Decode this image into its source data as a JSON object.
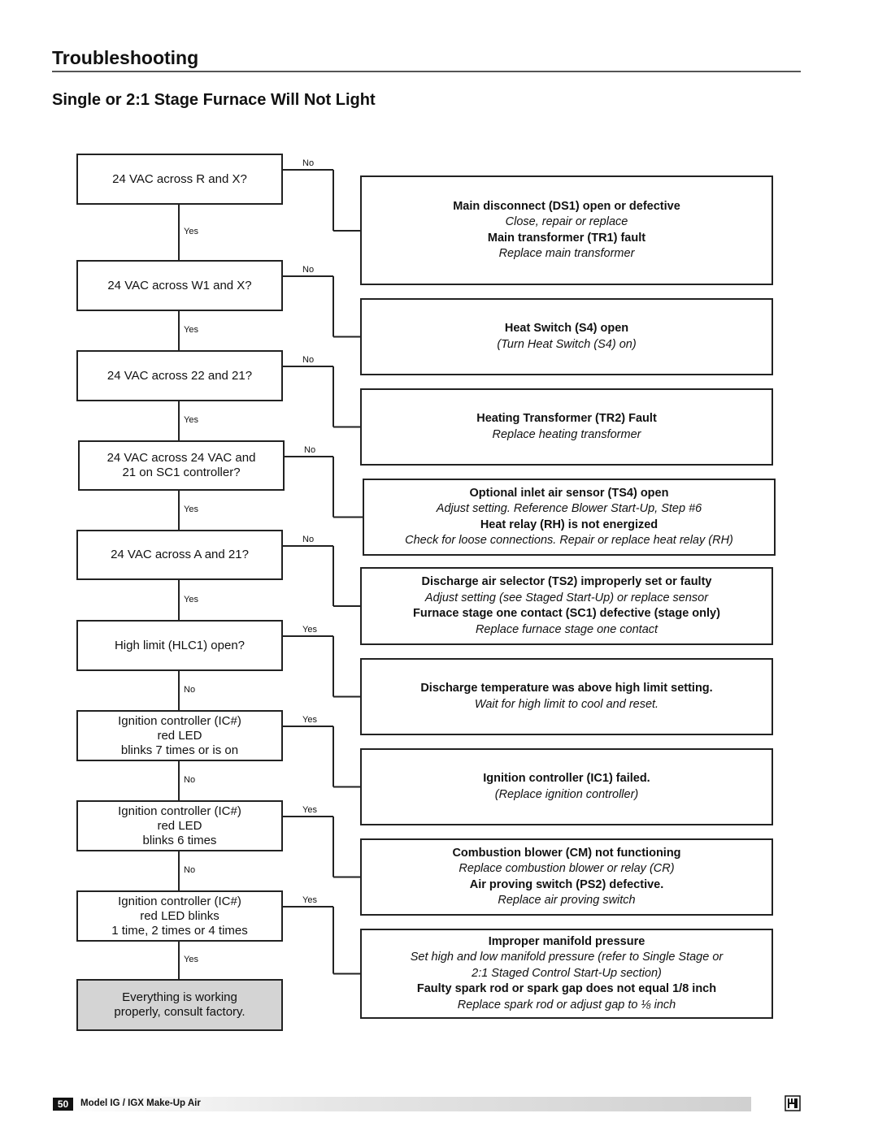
{
  "header": {
    "title": "Troubleshooting",
    "subtitle": "Single or 2:1 Stage Furnace Will Not Light"
  },
  "flowchart": {
    "questions": [
      {
        "text": "24 VAC across R and X?",
        "branch_label": "No",
        "next_label": "Yes"
      },
      {
        "text": "24 VAC across W1 and X?",
        "branch_label": "No",
        "next_label": "Yes"
      },
      {
        "text": "24 VAC across 22 and 21?",
        "branch_label": "No",
        "next_label": "Yes"
      },
      {
        "text": "24 VAC across 24 VAC and\n21 on SC1 controller?",
        "branch_label": "No",
        "next_label": "Yes"
      },
      {
        "text": "24 VAC across A and 21?",
        "branch_label": "No",
        "next_label": "Yes"
      },
      {
        "text": "High limit (HLC1) open?",
        "branch_label": "Yes",
        "next_label": "No"
      },
      {
        "text": "Ignition controller (IC#)\nred LED\nblinks 7 times or is on",
        "branch_label": "Yes",
        "next_label": "No"
      },
      {
        "text": "Ignition controller (IC#)\nred LED\nblinks 6 times",
        "branch_label": "Yes",
        "next_label": "No"
      },
      {
        "text": "Ignition controller (IC#)\nred LED blinks\n1 time, 2 times or 4 times",
        "branch_label": "Yes",
        "next_label": "Yes"
      }
    ],
    "final": "Everything is working\nproperly, consult factory.",
    "answers": [
      {
        "lines": [
          {
            "kind": "cause",
            "text": "Main disconnect (DS1) open or defective"
          },
          {
            "kind": "action",
            "text": "Close, repair or replace"
          },
          {
            "kind": "cause",
            "text": "Main transformer (TR1) fault"
          },
          {
            "kind": "action",
            "text": "Replace main transformer"
          }
        ]
      },
      {
        "lines": [
          {
            "kind": "cause",
            "text": "Heat Switch (S4) open"
          },
          {
            "kind": "action",
            "text": "(Turn Heat Switch (S4) on)"
          }
        ]
      },
      {
        "lines": [
          {
            "kind": "cause",
            "text": "Heating Transformer (TR2) Fault"
          },
          {
            "kind": "action",
            "text": "Replace heating transformer"
          }
        ]
      },
      {
        "lines": [
          {
            "kind": "cause",
            "text": "Optional inlet air sensor (TS4) open"
          },
          {
            "kind": "action",
            "text": "Adjust setting. Reference Blower Start-Up, Step #6"
          },
          {
            "kind": "cause",
            "text": "Heat relay (RH) is not energized"
          },
          {
            "kind": "action",
            "text": "Check for loose connections. Repair or replace heat relay (RH)"
          }
        ]
      },
      {
        "lines": [
          {
            "kind": "cause",
            "text": "Discharge air selector (TS2) improperly set or faulty"
          },
          {
            "kind": "action",
            "text": "Adjust setting (see Staged Start-Up) or replace sensor"
          },
          {
            "kind": "cause",
            "text": "Furnace stage one contact (SC1) defective (stage only)"
          },
          {
            "kind": "action",
            "text": "Replace furnace stage one contact"
          }
        ]
      },
      {
        "lines": [
          {
            "kind": "cause",
            "text": "Discharge temperature was above high limit setting."
          },
          {
            "kind": "action",
            "text": "Wait for high limit to cool and reset."
          }
        ]
      },
      {
        "lines": [
          {
            "kind": "cause",
            "text": "Ignition controller (IC1) failed."
          },
          {
            "kind": "action",
            "text": "(Replace ignition controller)"
          }
        ]
      },
      {
        "lines": [
          {
            "kind": "cause",
            "text": "Combustion blower (CM) not functioning"
          },
          {
            "kind": "action",
            "text": "Replace combustion blower or relay (CR)"
          },
          {
            "kind": "cause",
            "text": "Air proving switch (PS2) defective."
          },
          {
            "kind": "action",
            "text": "Replace air proving switch"
          }
        ]
      },
      {
        "lines": [
          {
            "kind": "cause",
            "text": "Improper manifold pressure"
          },
          {
            "kind": "action",
            "text": "Set high and low manifold pressure (refer to Single Stage or\n2:1 Staged Control Start-Up section)"
          },
          {
            "kind": "cause",
            "text": "Faulty spark rod or spark gap does not equal 1/8 inch"
          },
          {
            "kind": "action",
            "text": "Replace spark rod or adjust gap to ⅛ inch"
          }
        ]
      }
    ]
  },
  "footer": {
    "page_number": "50",
    "model_text": "Model IG / IGX Make-Up Air"
  }
}
